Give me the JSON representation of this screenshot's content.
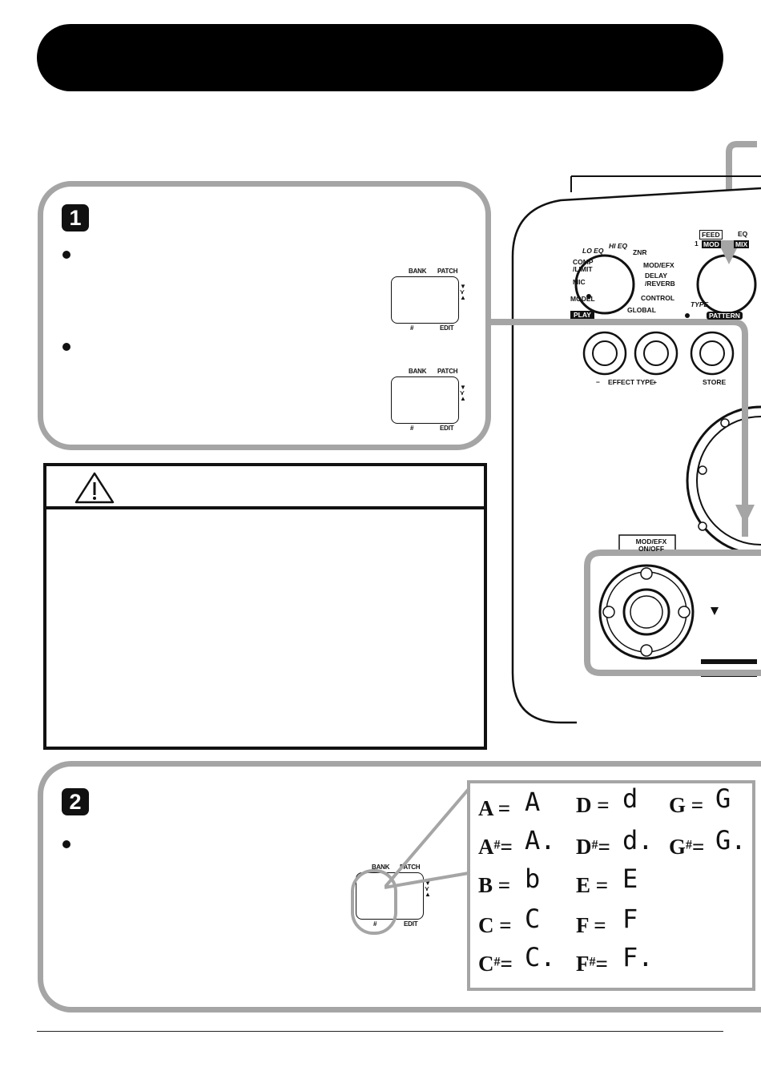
{
  "step1": {
    "number": "1",
    "lcd_labels": {
      "bank": "BANK",
      "patch": "PATCH",
      "sharp": "#",
      "edit": "EDIT"
    }
  },
  "step2": {
    "number": "2"
  },
  "device": {
    "knob_left_labels": [
      "LO EQ",
      "HI EQ",
      "ZNR",
      "COMP /LIMIT",
      "MOD/EFX",
      "MIC",
      "DELAY /REVERB",
      "MODEL",
      "CONTROL",
      "GLOBAL",
      "PLAY"
    ],
    "knob_right_labels": [
      "FEED",
      "EQ",
      "1",
      "MOD",
      "MIX",
      "TYPE",
      "PATTERN"
    ],
    "buttons": {
      "effect_type": "EFFECT TYPE",
      "minus": "−",
      "plus": "+",
      "store": "STORE"
    },
    "mod_efx": "MOD/EFX ON/OFF"
  },
  "note_table": {
    "rows": [
      [
        {
          "note": "A",
          "sharp": false,
          "seg": "A"
        },
        {
          "note": "D",
          "sharp": false,
          "seg": "d"
        },
        {
          "note": "G",
          "sharp": false,
          "seg": "G"
        }
      ],
      [
        {
          "note": "A",
          "sharp": true,
          "seg": "A."
        },
        {
          "note": "D",
          "sharp": true,
          "seg": "d."
        },
        {
          "note": "G",
          "sharp": true,
          "seg": "G."
        }
      ],
      [
        {
          "note": "B",
          "sharp": false,
          "seg": "b"
        },
        {
          "note": "E",
          "sharp": false,
          "seg": "E"
        }
      ],
      [
        {
          "note": "C",
          "sharp": false,
          "seg": "C"
        },
        {
          "note": "F",
          "sharp": false,
          "seg": "F"
        }
      ],
      [
        {
          "note": "C",
          "sharp": true,
          "seg": "C."
        },
        {
          "note": "F",
          "sharp": true,
          "seg": "F."
        }
      ]
    ],
    "labels": {
      "a": "A",
      "a_sharp": "A",
      "b": "B",
      "c": "C",
      "c_sharp": "C",
      "d": "D",
      "d_sharp": "D",
      "e": "E",
      "f": "F",
      "f_sharp": "F",
      "g": "G",
      "g_sharp": "G",
      "sharp": "#",
      "eq": "="
    }
  }
}
